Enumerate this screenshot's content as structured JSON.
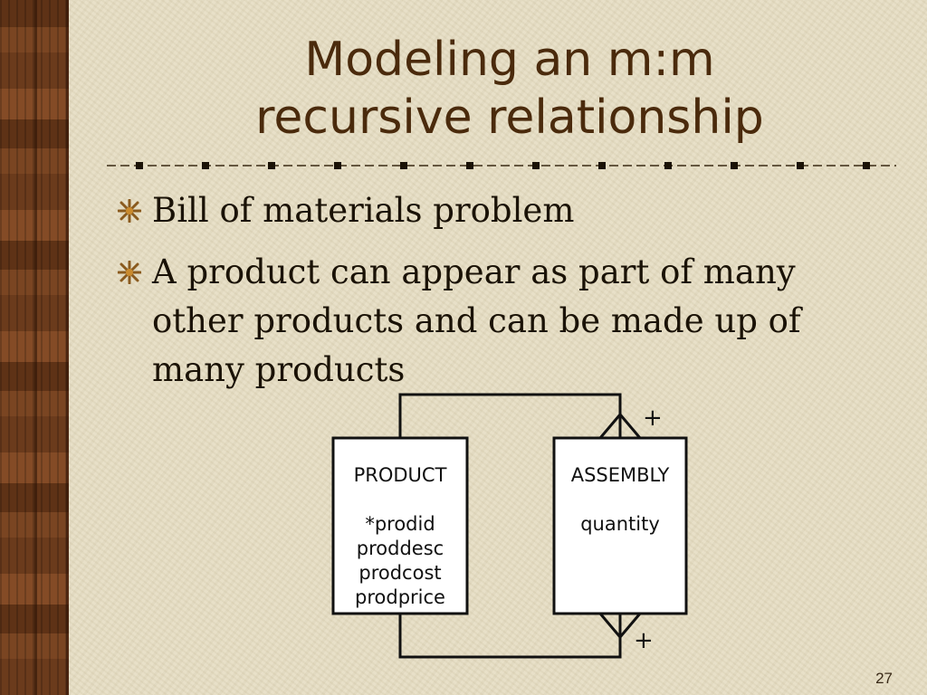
{
  "slide": {
    "title_line1": "Modeling an m:m",
    "title_line2": "recursive relationship",
    "page_number": "27",
    "bullets": [
      "Bill of materials problem",
      "A product can appear as part of many other products and can be made up of many products"
    ]
  },
  "diagram": {
    "entity_product": {
      "name": "PRODUCT",
      "attributes": [
        "*prodid",
        "proddesc",
        "prodcost",
        "prodprice"
      ]
    },
    "entity_assembly": {
      "name": "ASSEMBLY",
      "attributes": [
        "quantity"
      ]
    },
    "top_marker": "+",
    "bottom_marker": "+"
  },
  "colors": {
    "title": "#4a2a0c",
    "text": "#1a1206",
    "background": "#e6dec4",
    "wood": "#6e3c1d"
  }
}
